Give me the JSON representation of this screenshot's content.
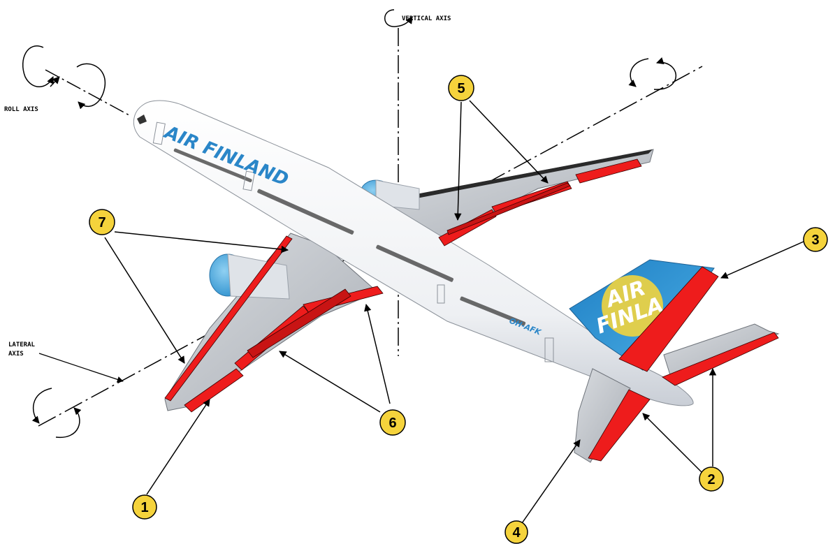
{
  "axes": {
    "vertical": "VERTICAL AXIS",
    "roll": "ROLL AXIS",
    "lateral_line1": "LATERAL",
    "lateral_line2": "AXIS"
  },
  "livery": {
    "name_fuselage": "AIR FINLAND",
    "tail_line1": "AIR",
    "tail_line2": "FINLA",
    "registration": "OH-AFK"
  },
  "callouts": [
    "1",
    "2",
    "3",
    "4",
    "5",
    "6",
    "7"
  ],
  "colors": {
    "control_surface": "#ee1c1c",
    "callout_fill": "#f5d33c",
    "livery_blue": "#2a86c8",
    "fuselage": "#f4f5f7"
  }
}
